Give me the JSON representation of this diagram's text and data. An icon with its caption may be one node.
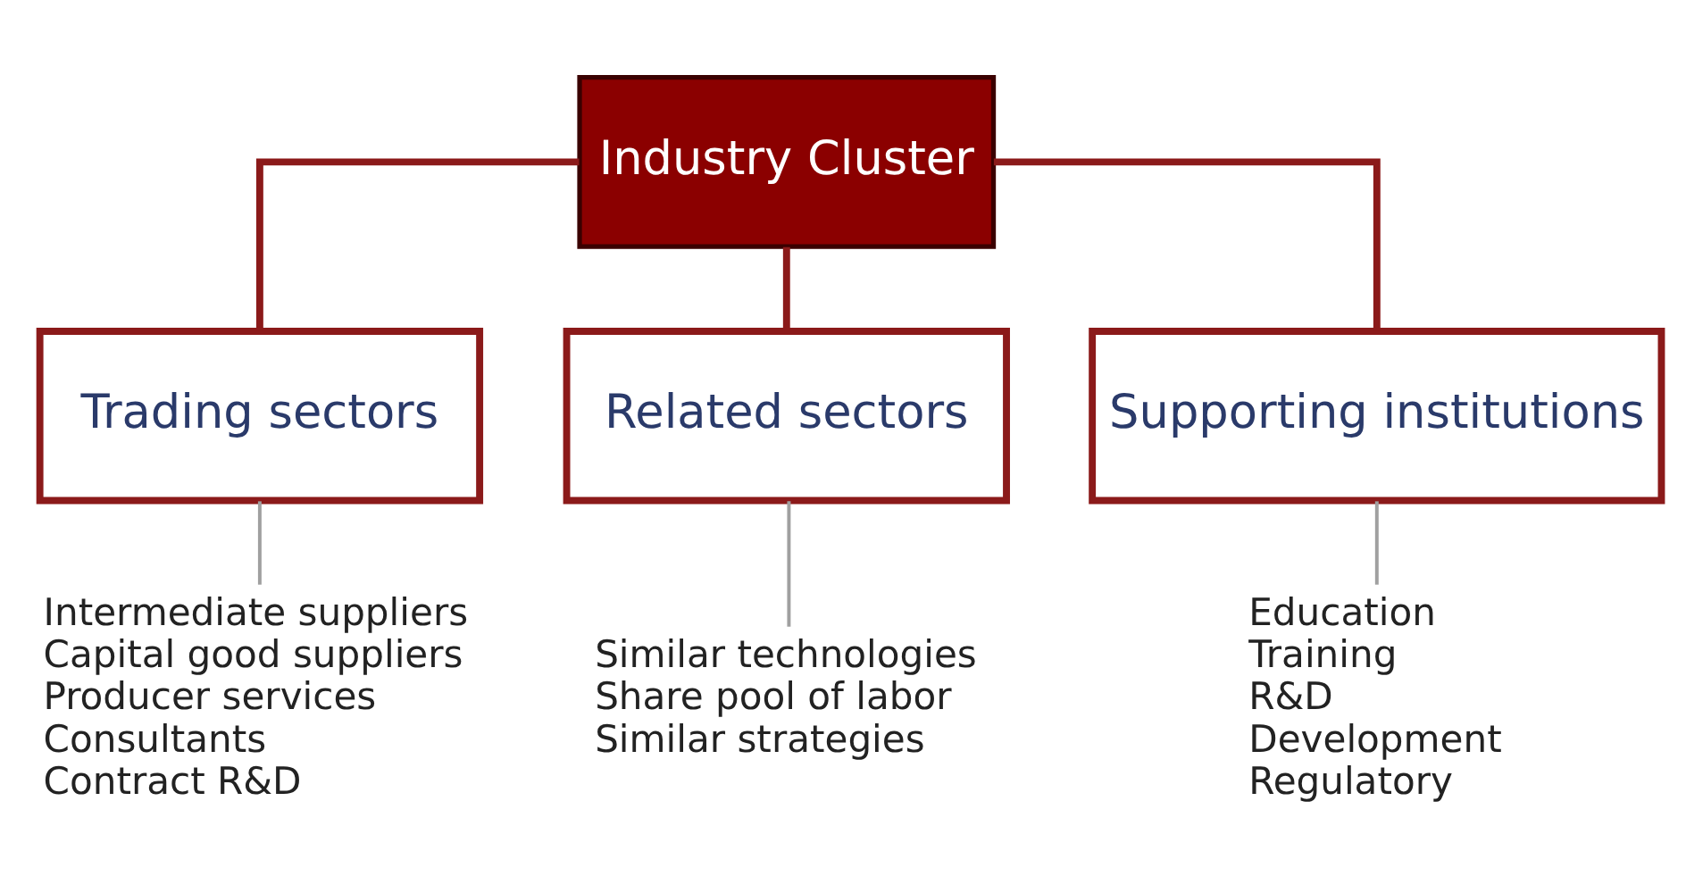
{
  "diagram": {
    "nodes": [
      {
        "text": [
          "Industry Cluster"
        ]
      },
      {
        "text": [
          "Trading sectors"
        ]
      },
      {
        "text": [
          "Related sectors"
        ]
      },
      {
        "text": [
          "Supporting institutions"
        ]
      },
      {
        "text": [
          "Intermediate suppliers",
          "Capital good suppliers",
          "Producer services",
          "Consultants",
          "Contract R&D"
        ]
      },
      {
        "text": [
          "Similar technologies",
          "Share pool of labor",
          "Similar strategies"
        ]
      },
      {
        "text": [
          "Education",
          "Training",
          "R&D",
          "Development",
          "Regulatory"
        ]
      }
    ],
    "edges": [
      {
        "from": 0,
        "to": 1,
        "arrow": "none",
        "color": "#8b1a1a",
        "style": "thick"
      },
      {
        "from": 0,
        "to": 2,
        "arrow": "none",
        "color": "#8b1a1a",
        "style": "thick"
      },
      {
        "from": 0,
        "to": 3,
        "arrow": "none",
        "color": "#8b1a1a",
        "style": "thick"
      },
      {
        "from": 1,
        "to": 4,
        "arrow": "none",
        "color": "#a0a0a0"
      },
      {
        "from": 2,
        "to": 5,
        "arrow": "none",
        "color": "#a0a0a0"
      },
      {
        "from": 3,
        "to": 6,
        "arrow": "none",
        "color": "#a0a0a0"
      }
    ]
  }
}
